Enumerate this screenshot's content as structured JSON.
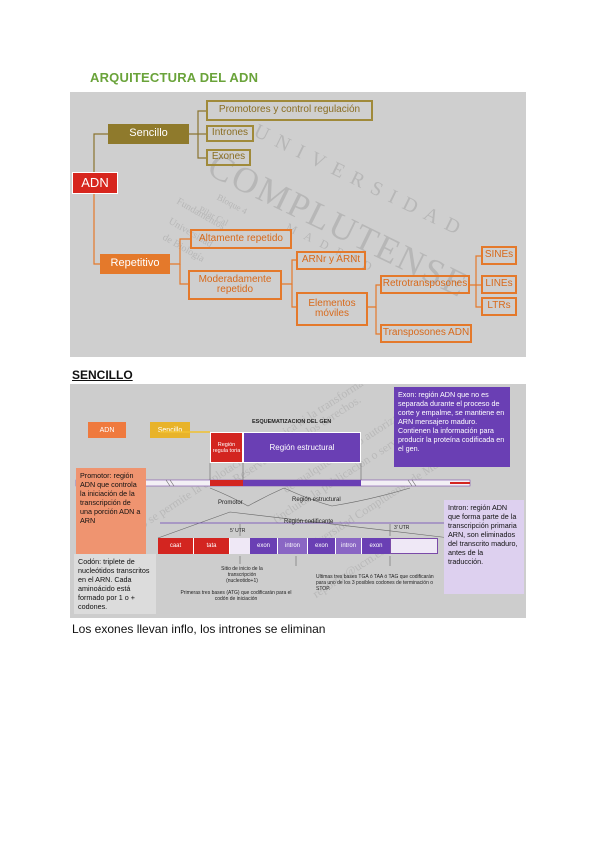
{
  "page": {
    "title": "ARQUITECTURA DEL ADN",
    "section": "SENCILLO",
    "note": "Los exones llevan inflo, los intrones se eliminan"
  },
  "diagram1": {
    "root": "ADN",
    "sencillo": "Sencillo",
    "sencillo_children": [
      "Promotores y control regulación",
      "Intrones",
      "Exones"
    ],
    "repetitivo": "Repetitivo",
    "altamente": "Altamente repetido",
    "moderadamente": "Moderadamente repetido",
    "arnr": "ARNr y ARNt",
    "elementos": "Elementos móviles",
    "retro": "Retrotransposones",
    "transposones": "Transposones ADN",
    "retro_children": [
      "SINEs",
      "LINEs",
      "LTRs"
    ],
    "watermark": {
      "universidad": "UNIVERSIDAD",
      "complutense": "COMPLUTENSE",
      "madrid": "MADRID",
      "lines": [
        "Bloque 4",
        "Pilar Cal",
        "Fundamentos",
        "Universidad",
        "de Biología"
      ]
    }
  },
  "diagram2": {
    "adn": "ADN",
    "sencillo": "Sencillo",
    "esquema_title": "ESQUEMATIZACION DEL GEN",
    "region_reguladora": "Región regula toria",
    "region_estructural": "Región estructural",
    "promotor_label": "Promotor",
    "region_estructural_label": "Región estructural",
    "region_codificante_label": "Región codificante",
    "utr5": "5' UTR",
    "utr3": "3' UTR",
    "cells": [
      "caat",
      "tata",
      "",
      "exon",
      "intron",
      "exon",
      "intron",
      "exon",
      ""
    ],
    "sitio_inicio": "Sitio de inicio de la transcripción (nucleotido+1)",
    "primeras_bases": "Primeras tres bases (ATG) que codificarán para el codón de iniciación",
    "ultimas_bases": "Ultimas tres bases TGA ó TAA ó TAG que codificarán para uno de los 3 posibles codones de terminación o STOP.",
    "exon_callout": "Exon: región ADN que no es separada durante el proceso de corte y empalme, se mantiene en ARN mensajero maduro. Contienen la información para producir la proteína codificada en el gen.",
    "promotor_callout": "Promotor: región ADN que controla la iniciación de la transcripción de una porción ADN a ARN",
    "intron_callout": "Intron: región ADN que forma parte de la transcripción primaria ARN, son eliminados del transcrito maduro, antes de la traducción.",
    "codon_callout": "Codón: triplete de nucleótidos transcritos en el ARN. Cada aminoácido está formado por 1 o + codones.",
    "watermark_lines": [
      "No se permite la explotación económica ni la transformación de esta obra",
      "Reservados todos los derechos.",
      "de cualquier uso no autorizado",
      "(incluida la publicación o servicios",
      "Universidad Complutense de Madrid",
      "reportar@ucm.es"
    ]
  },
  "colors": {
    "title_green": "#6aa33a",
    "adn_red": "#d7261e",
    "sencillo_olive": "#8f7a2c",
    "repetitivo_orange": "#e4792b",
    "exon_purple": "#6a3fb4",
    "promotor_salmon": "#ef9470",
    "intron_lavender": "#ddd0ef"
  }
}
